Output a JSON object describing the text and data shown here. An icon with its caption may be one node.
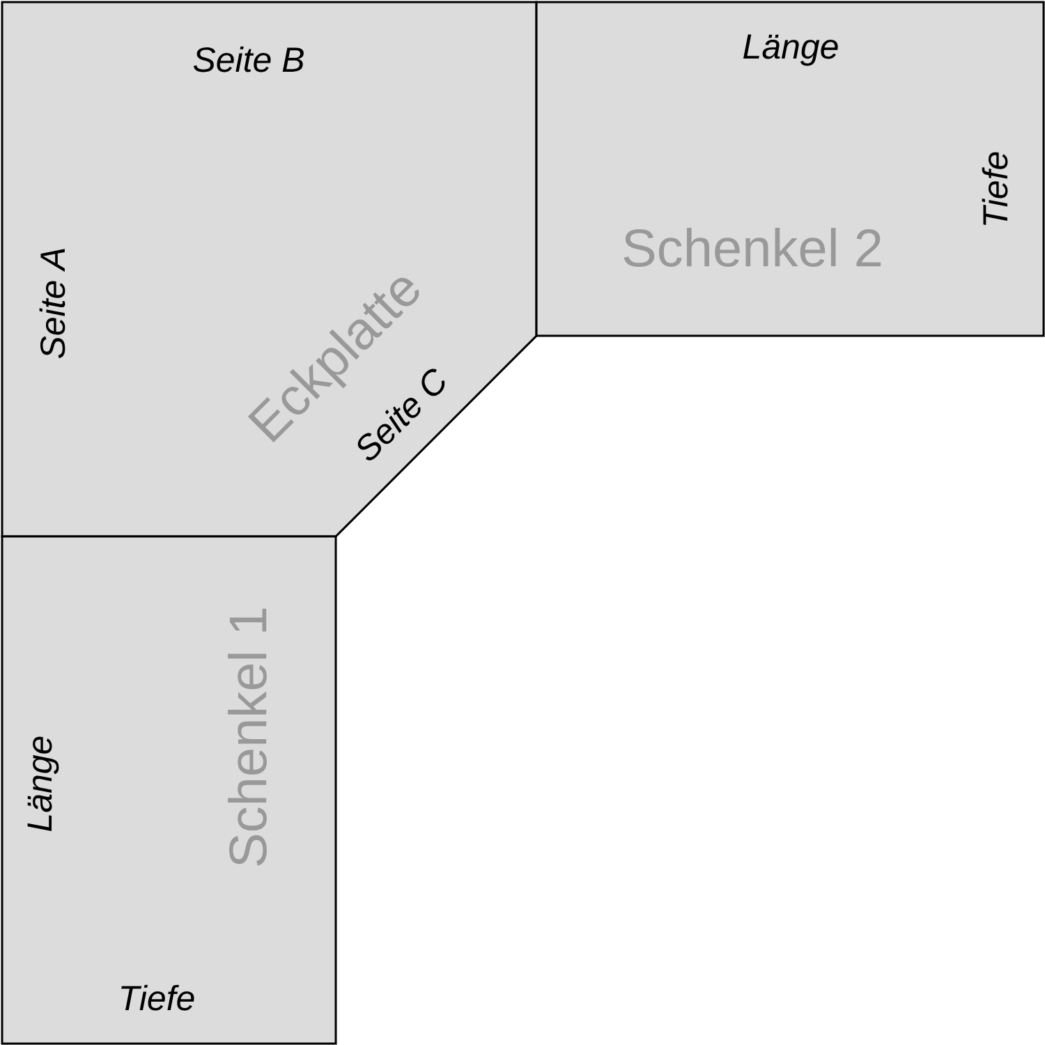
{
  "diagram": {
    "nodes": [
      {
        "text": [
          "Seite B",
          "Seite A",
          "Eckplatte",
          "Seite C"
        ]
      },
      {
        "text": [
          "Länge",
          "Tiefe",
          "Schenkel 2"
        ]
      },
      {
        "text": [
          "Schenkel 1",
          "Länge",
          "Tiefe"
        ]
      }
    ]
  }
}
